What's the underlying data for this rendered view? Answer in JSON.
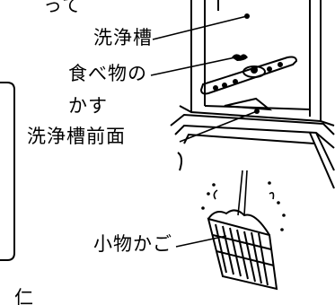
{
  "labels": {
    "top_fragment": "って",
    "wash_tank": "洗浄槽",
    "food_scraps_line1": "食べ物の",
    "food_scraps_line2": "かす",
    "wash_tank_front": "洗浄槽前面",
    "small_items_basket": "小物かご",
    "bottom_fragment": "仁"
  },
  "colors": {
    "ink": "#000000",
    "paper": "#ffffff"
  }
}
